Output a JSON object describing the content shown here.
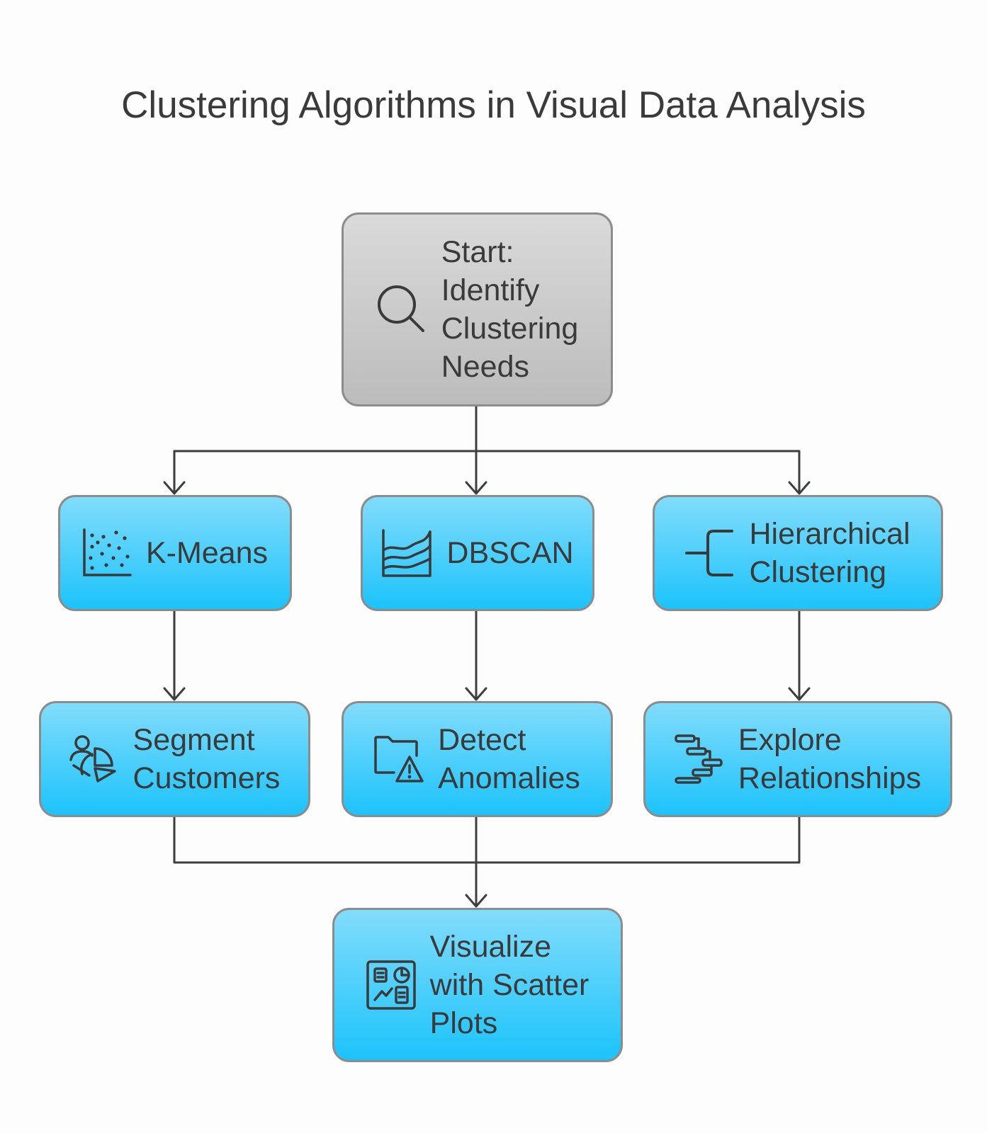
{
  "title": "Clustering Algorithms in Visual Data Analysis",
  "colors": {
    "start_node": "#c9c9c9",
    "step_node": "#1cc3fb",
    "border": "#8c8c8c",
    "connector": "#3d3d3d"
  },
  "nodes": {
    "start": {
      "lines": [
        "Start:",
        "Identify",
        "Clustering",
        "Needs"
      ],
      "icon": "search-icon"
    },
    "kmeans": {
      "lines": [
        "K-Means"
      ],
      "icon": "scatter-plot-icon"
    },
    "dbscan": {
      "lines": [
        "DBSCAN"
      ],
      "icon": "layered-area-chart-icon"
    },
    "hierarchical": {
      "lines": [
        "Hierarchical",
        "Clustering"
      ],
      "icon": "bracket-tree-icon"
    },
    "segment": {
      "lines": [
        "Segment",
        "Customers"
      ],
      "icon": "customer-segment-icon"
    },
    "detect": {
      "lines": [
        "Detect",
        "Anomalies"
      ],
      "icon": "folder-warning-icon"
    },
    "explore": {
      "lines": [
        "Explore",
        "Relationships"
      ],
      "icon": "dendrogram-icon"
    },
    "visualize": {
      "lines": [
        "Visualize",
        "with Scatter",
        "Plots"
      ],
      "icon": "dashboard-icon"
    }
  },
  "edges": [
    [
      "start",
      "kmeans"
    ],
    [
      "start",
      "dbscan"
    ],
    [
      "start",
      "hierarchical"
    ],
    [
      "kmeans",
      "segment"
    ],
    [
      "dbscan",
      "detect"
    ],
    [
      "hierarchical",
      "explore"
    ],
    [
      "segment",
      "visualize"
    ],
    [
      "detect",
      "visualize"
    ],
    [
      "explore",
      "visualize"
    ]
  ]
}
